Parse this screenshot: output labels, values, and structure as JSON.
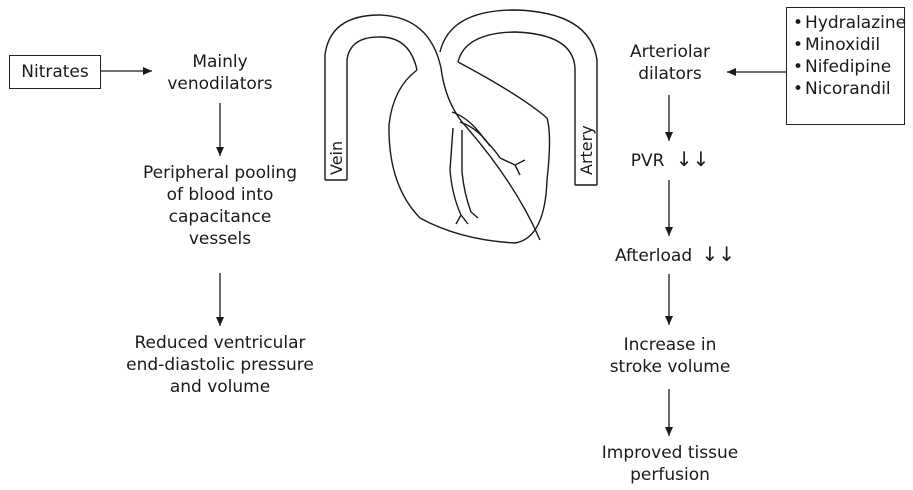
{
  "left": {
    "nitrates_label": "Nitrates",
    "mainly_label": "Mainly",
    "venodilators_label": "venodilators",
    "pooling_lines": [
      "Peripheral pooling",
      "of blood into",
      "capacitance",
      "vessels"
    ],
    "reduced_lines": [
      "Reduced ventricular",
      "end-diastolic pressure",
      "and volume"
    ]
  },
  "heart": {
    "vein_label": "Vein",
    "artery_label": "Artery"
  },
  "right": {
    "drugs": [
      "Hydralazine",
      "Minoxidil",
      "Nifedipine",
      "Nicorandil"
    ],
    "arteriolar_lines": [
      "Arteriolar",
      "dilators"
    ],
    "pvr_label": "PVR",
    "pvr_arrows": "↓↓",
    "afterload_label": "Afterload",
    "afterload_arrows": "↓↓",
    "stroke_lines": [
      "Increase in",
      "stroke volume"
    ],
    "perfusion_lines": [
      "Improved tissue",
      "perfusion"
    ]
  }
}
